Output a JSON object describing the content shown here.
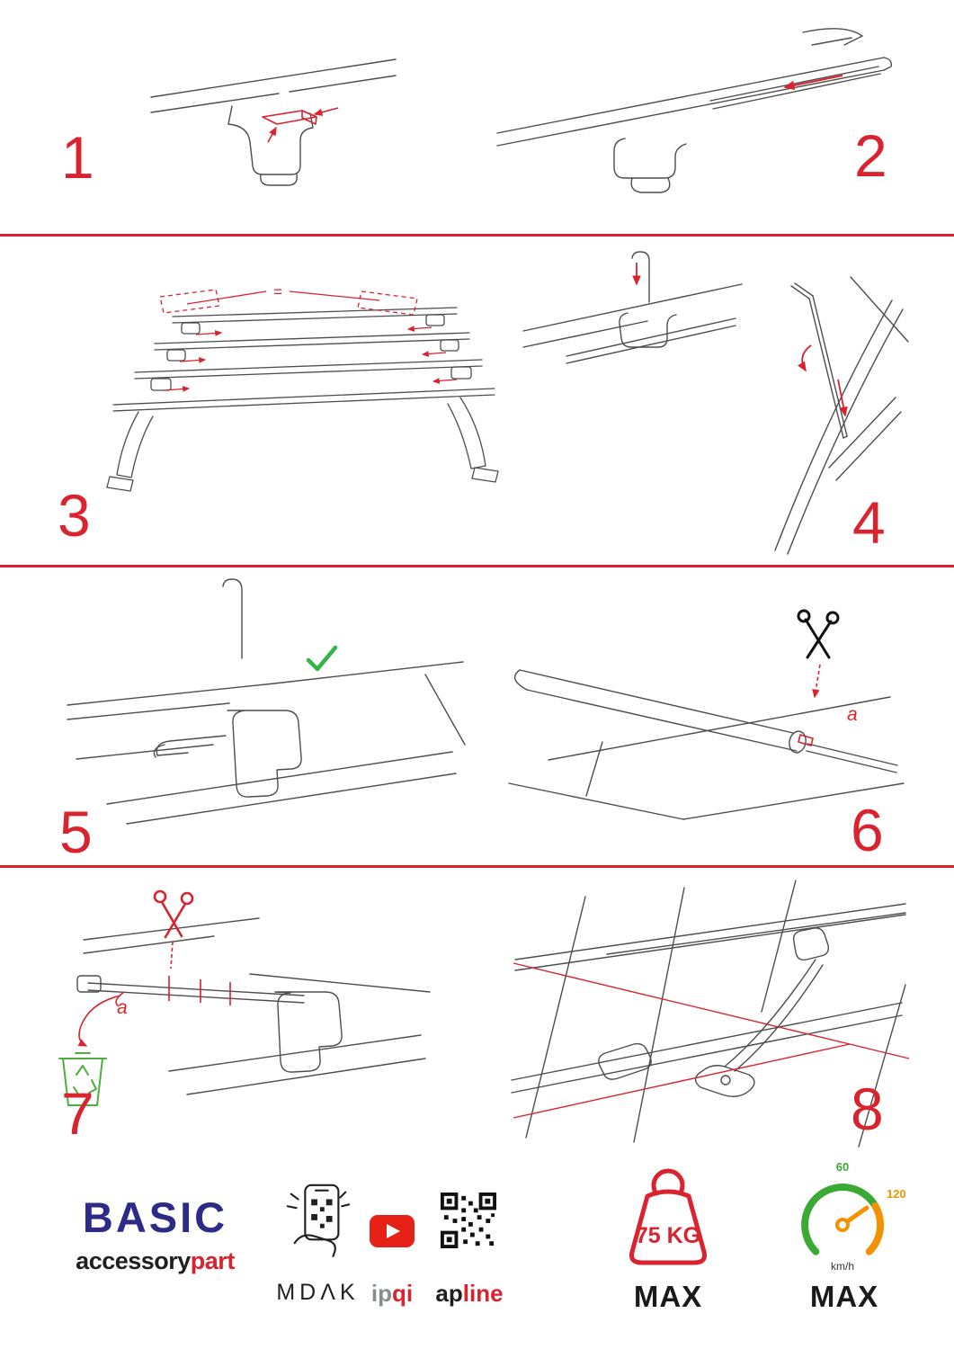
{
  "colors": {
    "accent": "#d9232e",
    "brand_navy": "#2e2a87",
    "check_green": "#35b44a",
    "bin_green": "#4caf3e",
    "gauge_green": "#3aaa35",
    "gauge_orange": "#f39200",
    "youtube_red": "#e62117"
  },
  "steps": [
    {
      "number": "1"
    },
    {
      "number": "2"
    },
    {
      "number": "3"
    },
    {
      "number": "4"
    },
    {
      "number": "5"
    },
    {
      "number": "6"
    },
    {
      "number": "7"
    },
    {
      "number": "8"
    }
  ],
  "annotations": {
    "equal_sign": "=",
    "label_a": "a"
  },
  "footer": {
    "brand_title": "BASIC",
    "brand_sub_dark": "accessory",
    "brand_sub_red": "part",
    "mdak_label": "MDΛK",
    "ipqi_dark": "ip",
    "ipqi_red": "qi",
    "apline_dark": "ap",
    "apline_red": "line",
    "weight_value": "75 KG",
    "weight_max_label": "MAX",
    "speed_tick_low": "60",
    "speed_tick_high": "120",
    "speed_unit": "km/h",
    "speed_max_label": "MAX"
  }
}
